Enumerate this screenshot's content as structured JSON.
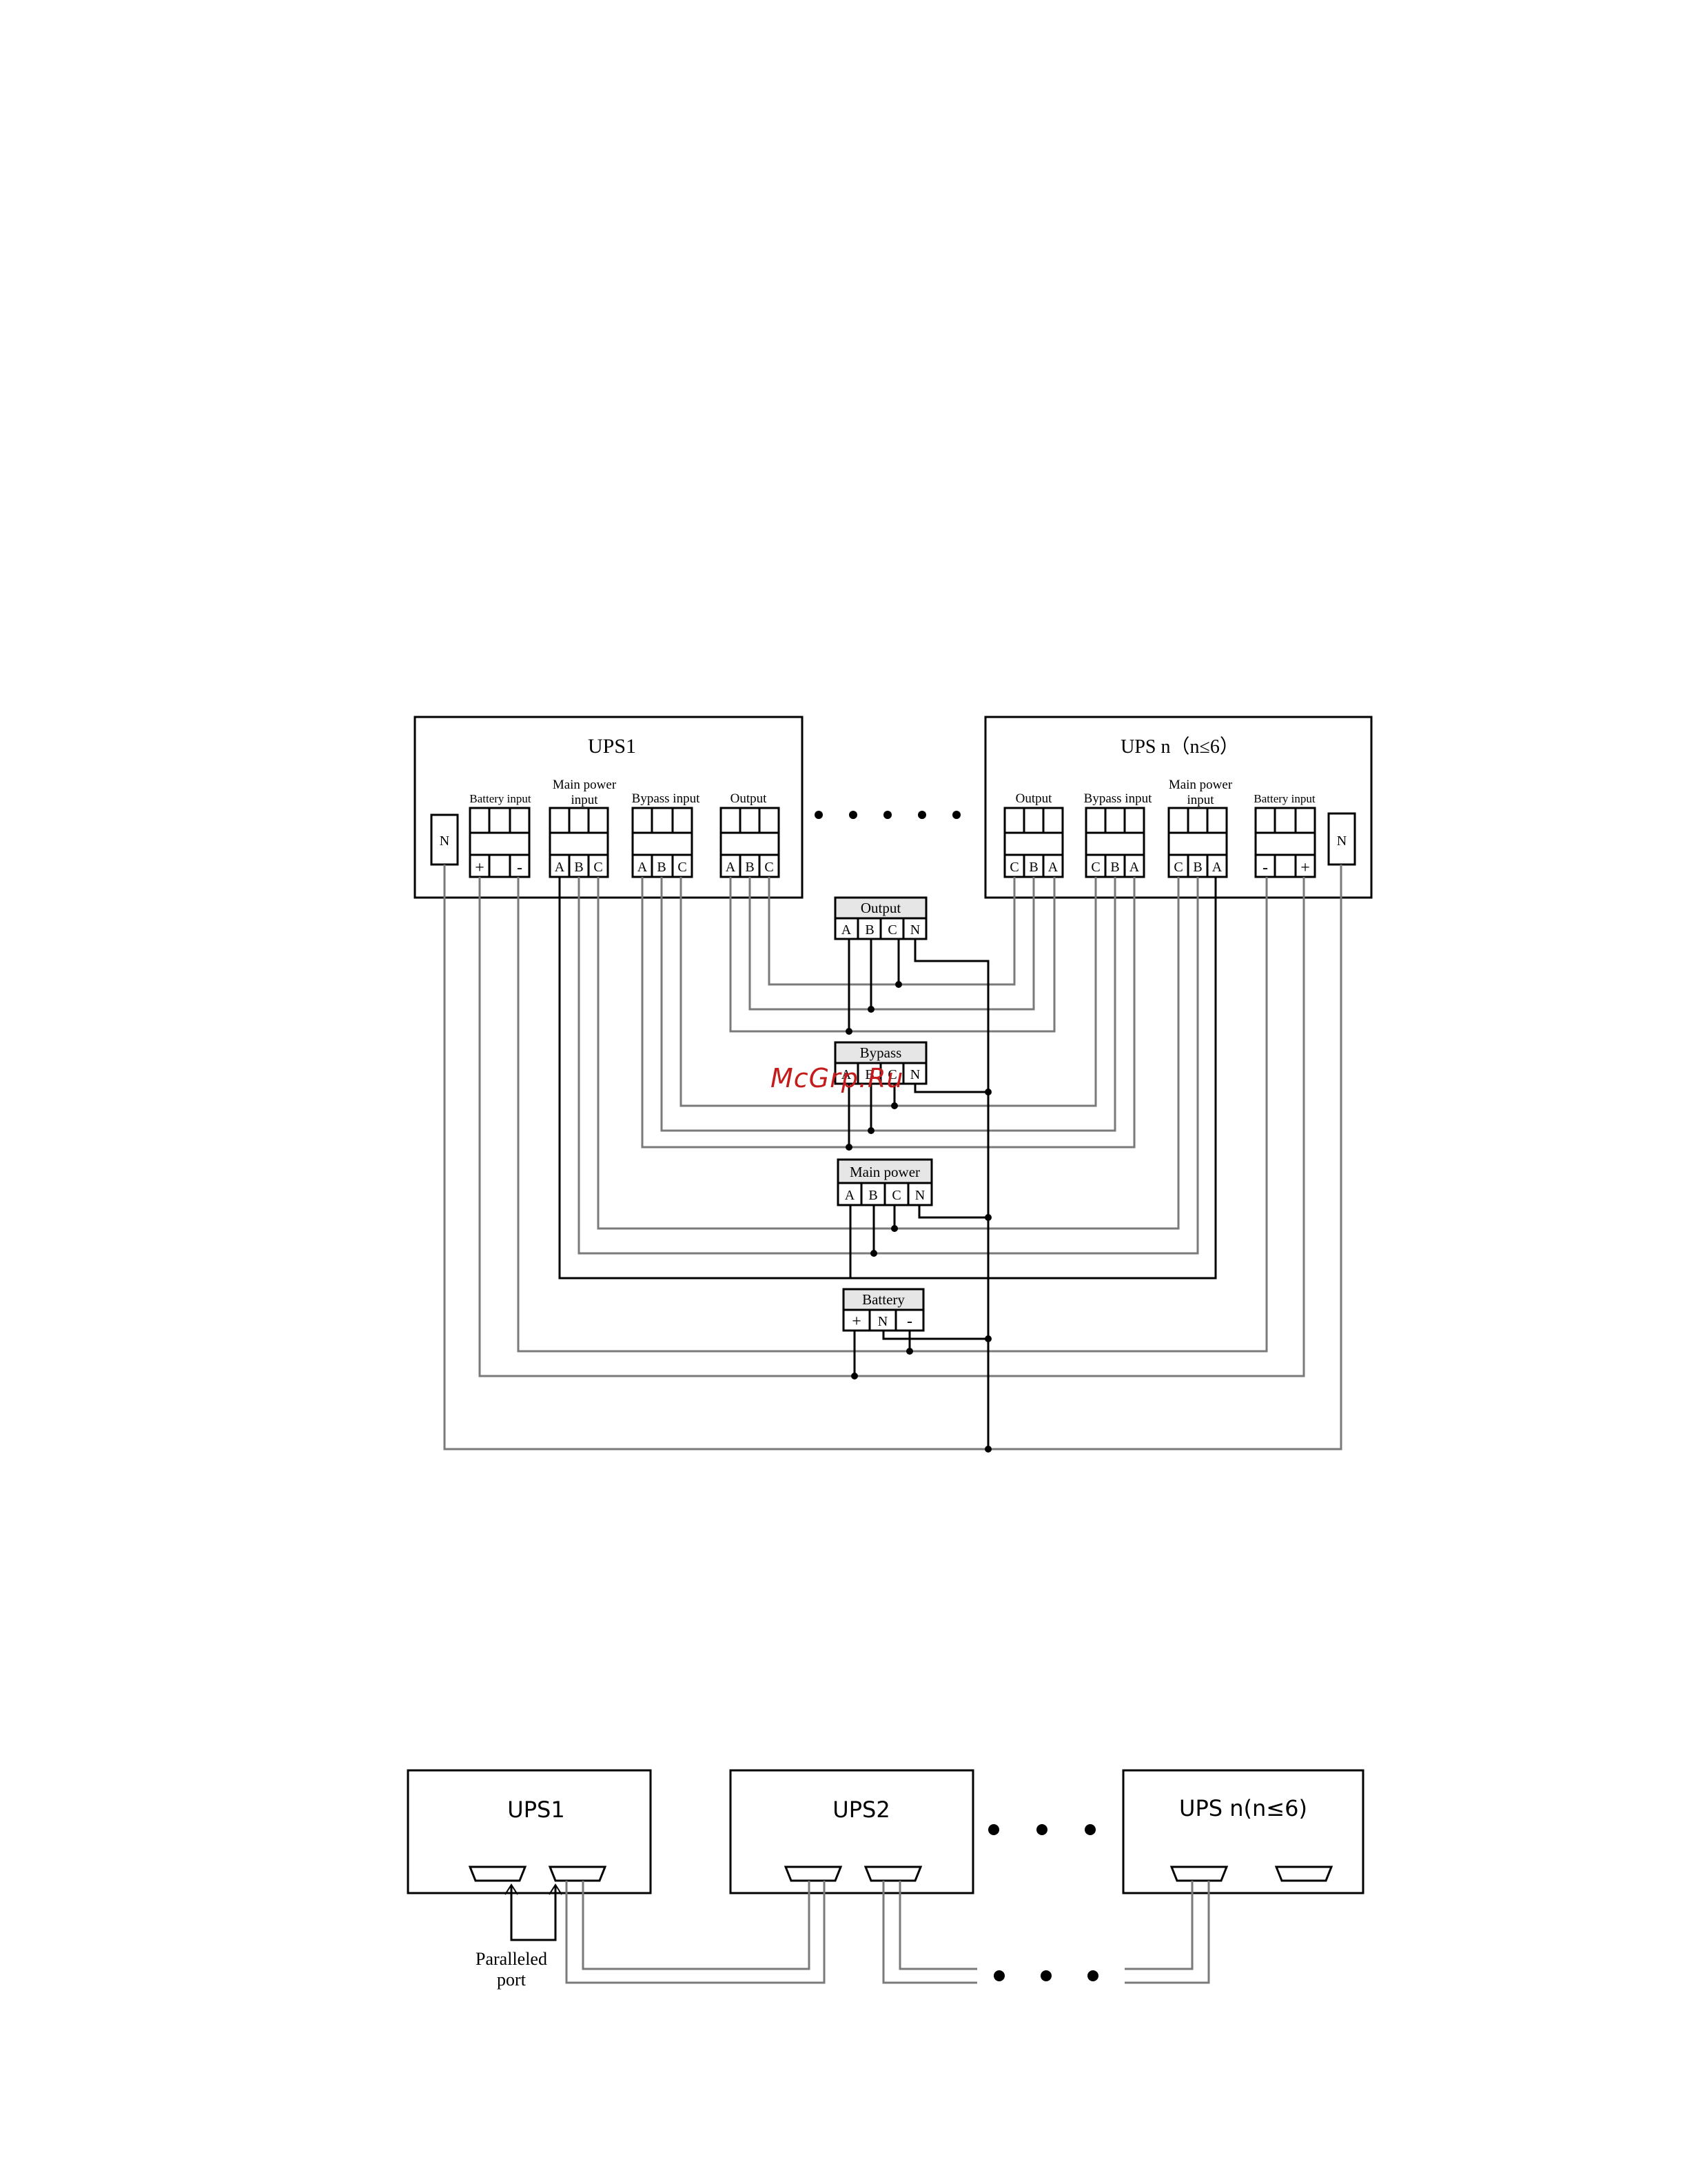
{
  "wiring": {
    "ups1_title": "UPS1",
    "upsn_title": "UPS n（n≤6）",
    "n_label": "N",
    "battery_input": "Battery input",
    "main_power_input_line1": "Main power",
    "main_power_input_line2": "input",
    "bypass_input": "Bypass input",
    "output_label": "Output",
    "plus": "+",
    "minus": "-",
    "phase_a": "A",
    "phase_b": "B",
    "phase_c": "C",
    "bus_output": "Output",
    "bus_bypass": "Bypass",
    "bus_main_power": "Main power",
    "bus_battery": "Battery"
  },
  "parallel": {
    "ups1_title": "UPS1",
    "ups2_title": "UPS2",
    "upsn_title": "UPS n(n≤6)",
    "port_label_line1": "Paralleled",
    "port_label_line2": "port"
  },
  "watermark": "McGrp.Ru",
  "colors": {
    "black_wire": "#000000",
    "grey_wire": "#7a7a7a",
    "header_fill": "#e6e6e6",
    "watermark": "#c41c1c"
  }
}
